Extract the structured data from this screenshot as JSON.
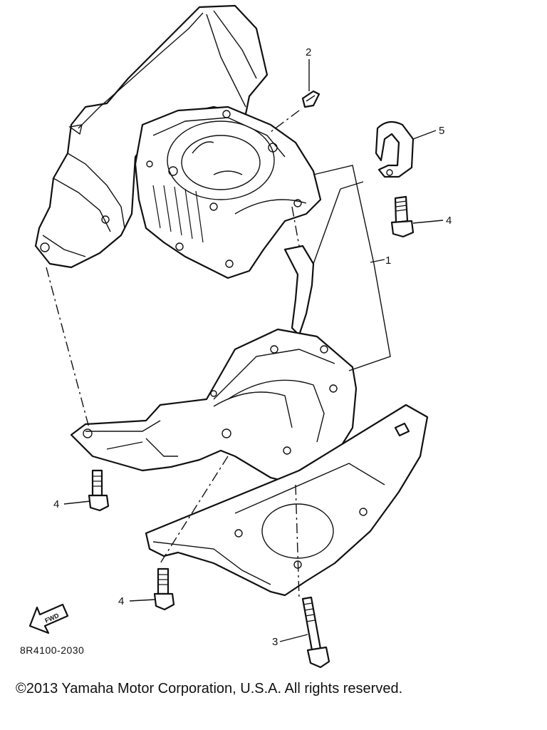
{
  "callouts": {
    "c1": "1",
    "c2": "2",
    "c3": "3",
    "c4a": "4",
    "c4b": "4",
    "c4c": "4",
    "c5": "5"
  },
  "fwd_label": "FWD",
  "drawing_code": "8R4100-2030",
  "copyright": "©2013 Yamaha Motor Corporation, U.S.A. All rights reserved."
}
